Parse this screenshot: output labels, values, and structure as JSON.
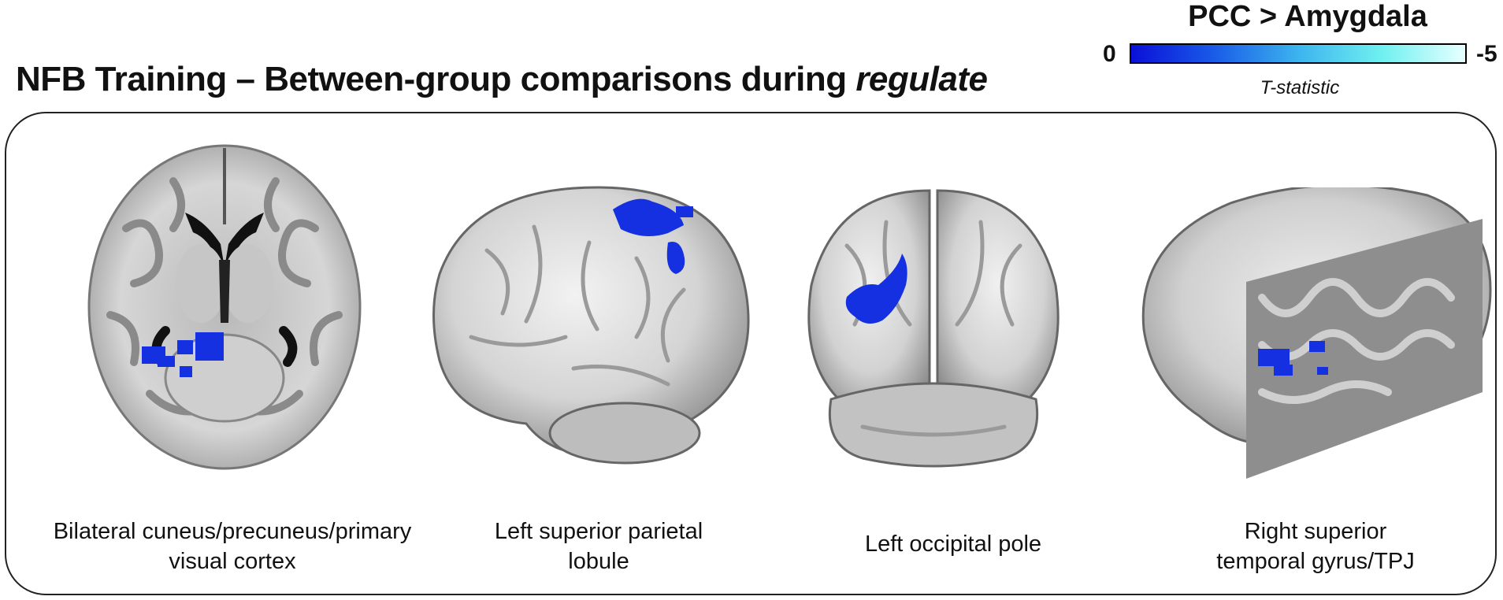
{
  "header": {
    "title_main": "NFB Training – Between-group comparisons during ",
    "title_emph": "regulate"
  },
  "colorbar": {
    "title": "PCC > Amygdala",
    "min_label": "0",
    "max_label": "-5",
    "label": "T-statistic",
    "colors": [
      "#0a10d8",
      "#1a5ce8",
      "#3cb4ee",
      "#6ff0f0",
      "#e8ffff"
    ]
  },
  "panels": [
    {
      "caption_line1": "Bilateral cuneus/precuneus/primary",
      "caption_line2": "visual cortex",
      "view": "axial-slice"
    },
    {
      "caption_line1": "Left superior parietal",
      "caption_line2": "lobule",
      "view": "left-lateral-surface"
    },
    {
      "caption_line1": "Left occipital pole",
      "caption_line2": "",
      "view": "posterior-surface"
    },
    {
      "caption_line1": "Right superior",
      "caption_line2": "temporal gyrus/TPJ",
      "view": "right-lateral-cutaway"
    }
  ],
  "activation_color": "#1530e0"
}
